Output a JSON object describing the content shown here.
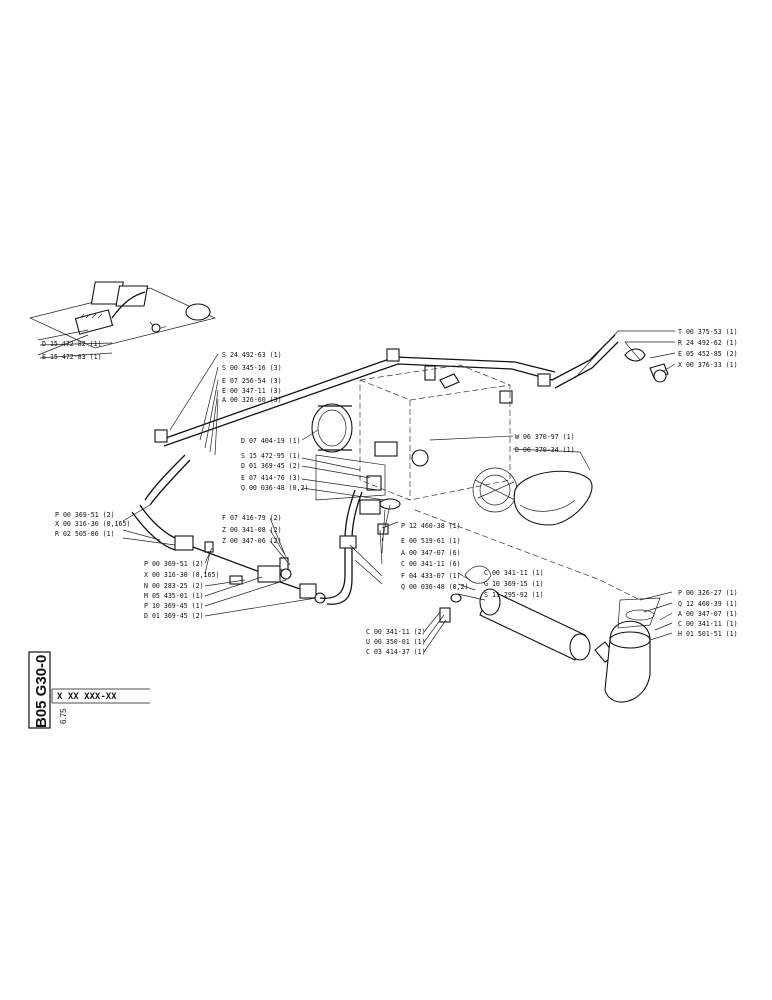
{
  "document": {
    "side_code": "B05 G30-0",
    "side_date": "6.75",
    "ref_box": "X XX XXX-XX"
  },
  "labels": {
    "l01": "D 15 472-82 (1)",
    "l02": "E 15 472-83 (1)",
    "l03": "S 24 492-63 (1)",
    "l04": "S 00 345-16 (3)",
    "l05": "E 07 256-54 (3)",
    "l06": "E 00 347-11 (3)",
    "l07": "A 00 326-60 (3)",
    "l08": "D 07 404-19 (1)",
    "l09": "S 15 472-95 (1)",
    "l10": "D 01 369-45 (2)",
    "l11": "E 07 414-76 (3)",
    "l12": "Q 00 036-48 (0,2)",
    "l13": "T 00 375-53 (1)",
    "l14": "R 24 492-62 (1)",
    "l15": "E 05 452-85 (2)",
    "l16": "X 00 376-33 (1)",
    "l17": "W 06 370-97 (1)",
    "l18": "D 06 370-34 (1)",
    "l19": "P 00 369-51 (2)",
    "l20": "X 00 316-30 (0,165)",
    "l21": "R 02 505-06 (1)",
    "l22": "F 07 416-79 (2)",
    "l23": "Z 00 341-08 (2)",
    "l24": "Z 00 347-06 (2)",
    "l25": "P 12 460-38 (1)",
    "l26": "E 00 519-61 (1)",
    "l27": "A 00 347-07 (6)",
    "l28": "C 00 341-11 (6)",
    "l29": "F 04 433-07 (1)",
    "l30": "Q 00 036-48 (0,2)",
    "l31": "P 00 369-51 (2)",
    "l32": "X 00 316-30 (0,165)",
    "l33": "N 00 283-25 (2)",
    "l34": "M 05 435-01 (1)",
    "l35": "P 10 369-45 (1)",
    "l36": "D 01 369-45 (2)",
    "l37": "C 00 341-11 (1)",
    "l38": "G 10 369-15 (1)",
    "l39": "S 11 295-92 (1)",
    "l40": "C 00 341-11 (2)",
    "l41": "U 00 350-01 (1)",
    "l42": "C 03 414-37 (1)",
    "l43": "P 00 326-27 (1)",
    "l44": "Q 12 460-39 (1)",
    "l45": "A 00 347-07 (1)",
    "l46": "C 00 341-11 (1)",
    "l47": "H 01 501-51 (1)"
  }
}
